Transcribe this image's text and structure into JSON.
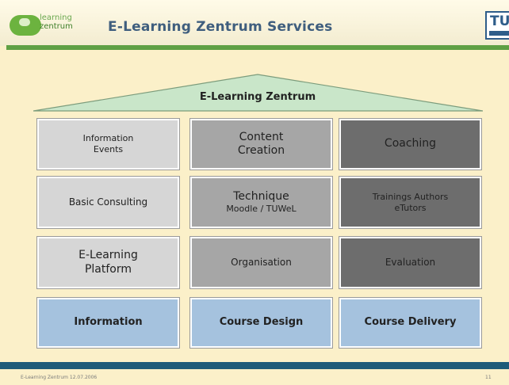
{
  "header": {
    "logo_line1": "learning",
    "logo_line2": "zentrum",
    "title": "E-Learning Zentrum Services",
    "right_logo": "TU"
  },
  "diagram": {
    "roof_label": "E-Learning Zentrum",
    "rows": [
      [
        {
          "lines": [
            "Information",
            "Events"
          ]
        },
        {
          "lines": [
            "Content",
            "Creation"
          ]
        },
        {
          "lines": [
            "Coaching"
          ]
        }
      ],
      [
        {
          "lines": [
            "Basic Consulting"
          ]
        },
        {
          "lines": [
            "Technique",
            "Moodle / TUWeL"
          ]
        },
        {
          "lines": [
            "Trainings Authors",
            "eTutors"
          ]
        }
      ],
      [
        {
          "lines": [
            "E-Learning",
            "Platform"
          ]
        },
        {
          "lines": [
            "Organisation"
          ]
        },
        {
          "lines": [
            "Evaluation"
          ]
        }
      ],
      [
        {
          "lines": [
            "Information"
          ]
        },
        {
          "lines": [
            "Course Design"
          ]
        },
        {
          "lines": [
            "Course Delivery"
          ]
        }
      ]
    ]
  },
  "footer": {
    "text": "E-Learning Zentrum  12.07.2006",
    "page": "11"
  },
  "colors": {
    "background": "#fbf0c9",
    "roof_fill": "#c9e6c9",
    "header_rule": "#5fa044",
    "footer_band": "#1e5b79",
    "light_gray": "#d6d6d6",
    "mid_gray": "#a6a6a6",
    "dark_gray": "#6d6d6d",
    "blue": "#a5c2de"
  }
}
